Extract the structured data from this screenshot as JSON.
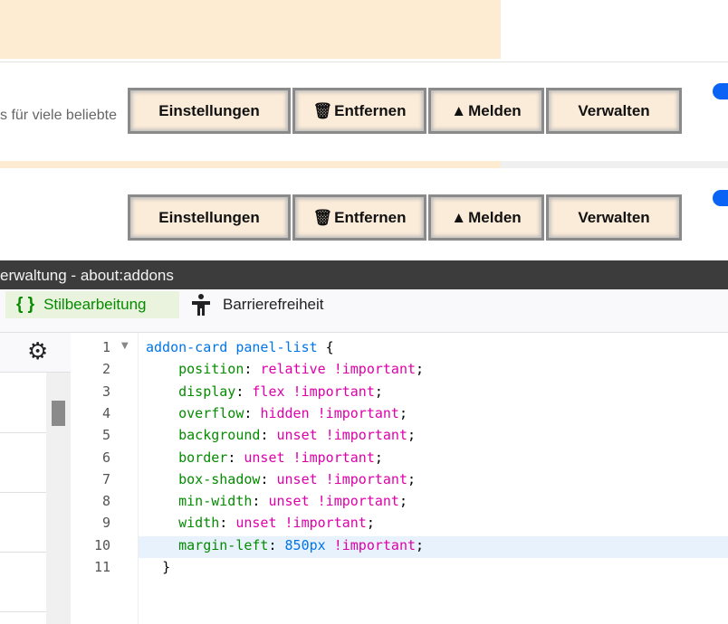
{
  "cards": [
    {
      "description_fragment": "s für viele beliebte",
      "buttons": {
        "settings": "Einstellungen",
        "remove": "Entfernen",
        "report": "Melden",
        "manage": "Verwalten"
      },
      "enabled": true
    },
    {
      "buttons": {
        "settings": "Einstellungen",
        "remove": "Entfernen",
        "report": "Melden",
        "manage": "Verwalten"
      },
      "enabled": true
    }
  ],
  "window_title": "erwaltung - about:addons",
  "devtools": {
    "tabs": [
      {
        "label": "Stilbearbeitung",
        "icon": "braces-icon",
        "active": true
      },
      {
        "label": "Barrierefreiheit",
        "icon": "accessibility-icon"
      }
    ]
  },
  "editor": {
    "lines": [
      {
        "n": "1",
        "sel": "addon-card panel-list",
        "brace": " {"
      },
      {
        "n": "2",
        "prop": "position",
        "val": "relative !important"
      },
      {
        "n": "3",
        "prop": "display",
        "val": "flex !important"
      },
      {
        "n": "4",
        "prop": "overflow",
        "val": "hidden !important"
      },
      {
        "n": "5",
        "prop": "background",
        "val": "unset !important"
      },
      {
        "n": "6",
        "prop": "border",
        "val": "unset !important"
      },
      {
        "n": "7",
        "prop": "box-shadow",
        "val": "unset !important"
      },
      {
        "n": "8",
        "prop": "min-width",
        "val": "unset !important"
      },
      {
        "n": "9",
        "prop": "width",
        "val": "unset !important"
      },
      {
        "n": "10",
        "prop": "margin-left",
        "val": "850px",
        "val2": " !important",
        "active": true
      },
      {
        "n": "11",
        "close": "}"
      }
    ]
  },
  "colors": {
    "accent": "#0a63f4",
    "card_bg": "#fdebd2"
  }
}
